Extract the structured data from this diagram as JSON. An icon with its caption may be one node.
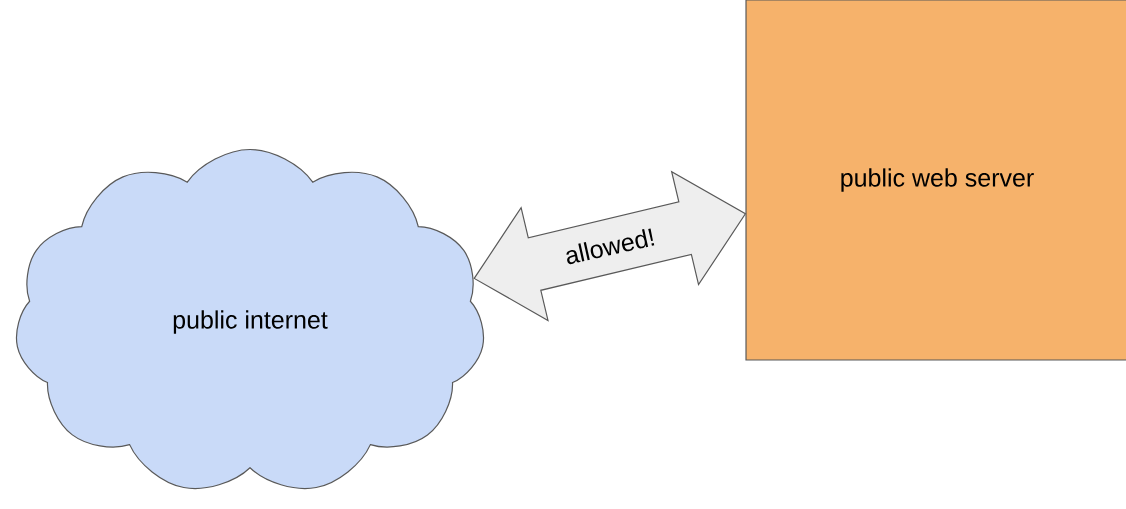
{
  "diagram": {
    "nodes": [
      {
        "text": [
          "public internet"
        ]
      },
      {
        "text": [
          "public web server"
        ]
      }
    ],
    "edges": [
      {
        "from": 0,
        "to": 1,
        "arrow": "both",
        "label": "allowed!"
      }
    ]
  }
}
